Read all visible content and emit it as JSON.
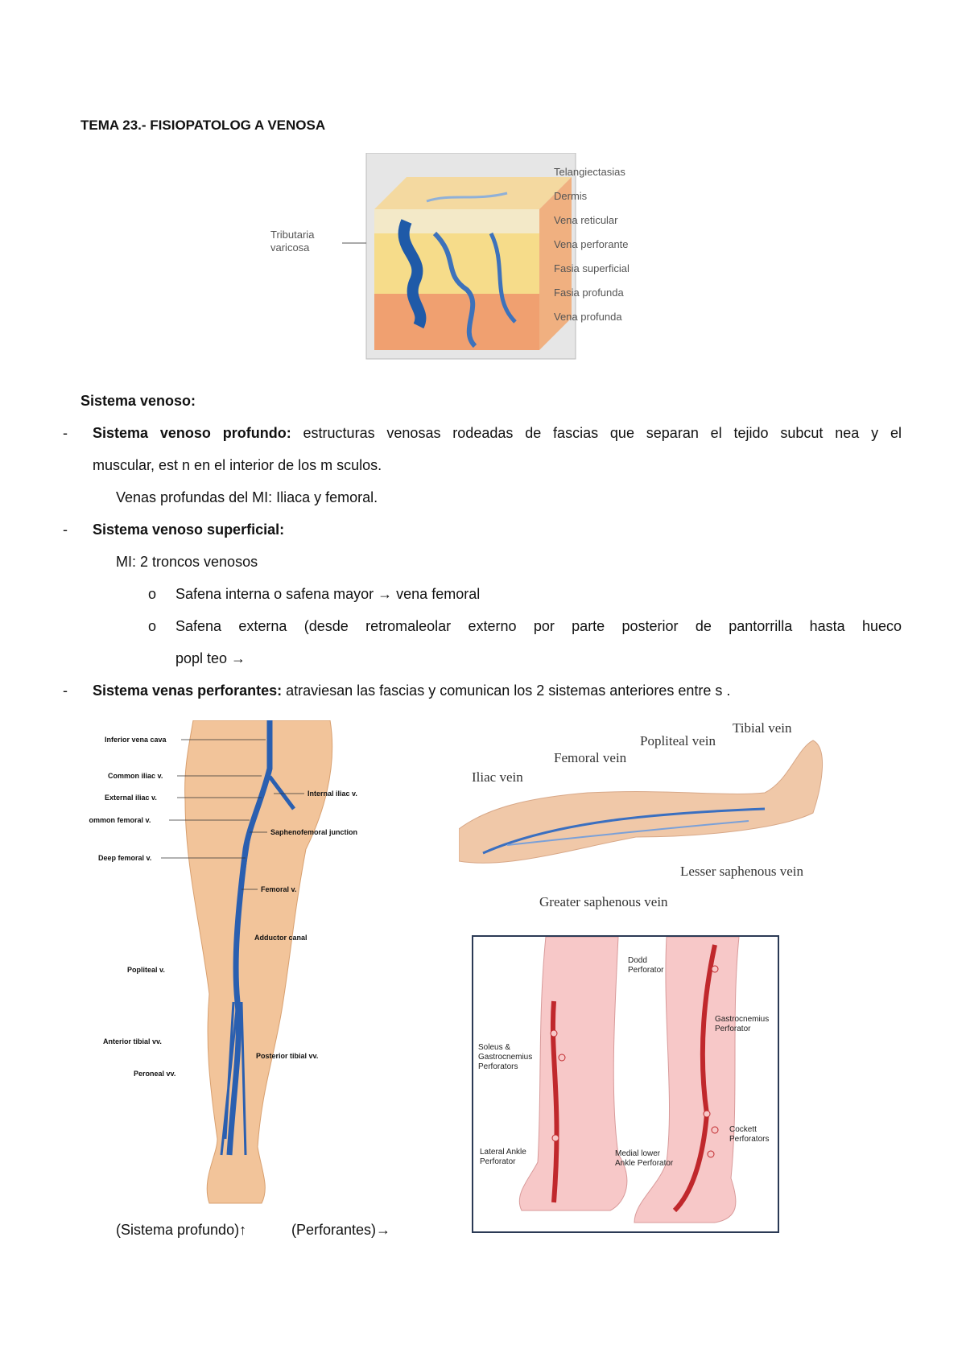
{
  "title": "TEMA 23.- FISIOPATOLOG A VENOSA",
  "figure1": {
    "left_label_line1": "Tributaria",
    "left_label_line2": "varicosa",
    "labels": [
      "Telangiectasias",
      "Dermis",
      "Vena reticular",
      "Vena perforante",
      "Fasia superficial",
      "Fasia profunda",
      "Vena profunda"
    ]
  },
  "section_heading": "Sistema venoso:",
  "items": {
    "deep": {
      "bold": "Sistema venoso profundo:",
      "text1": " estructuras venosas rodeadas de fascias que separan el tejido subcut  nea y el",
      "text2": "muscular, est  n en el interior de los m  sculos.",
      "sub": "Venas profundas del MI: Iliaca y femoral."
    },
    "superficial": {
      "bold": "Sistema venoso superficial:",
      "sub": "MI: 2 troncos venosos",
      "bullet1": "Safena interna o safena mayor → vena femoral",
      "bullet2_line1": "Safena externa (desde retromaleolar externo por parte posterior de pantorrilla hasta hueco",
      "bullet2_line2": "popl teo →"
    },
    "perforantes": {
      "bold": "Sistema venas perforantes:",
      "text": " atraviesan las fascias y comunican los 2 sistemas anteriores entre s ."
    }
  },
  "bullet_marker": "o",
  "dash": "-",
  "figure2": {
    "labels": [
      "Inferior vena cava",
      "Common iliac v.",
      "External iliac v.",
      "Internal iliac v.",
      "Common femoral v.",
      "Saphenofemoral junction",
      "Deep femoral v.",
      "Femoral v.",
      "Adductor canal",
      "Popliteal v.",
      "Anterior tibial vv.",
      "Posterior tibial vv.",
      "Peroneal vv."
    ]
  },
  "figure3": {
    "labels": [
      "Tibial vein",
      "Popliteal vein",
      "Femoral vein",
      "Iliac vein",
      "Lesser saphenous vein",
      "Greater saphenous vein"
    ]
  },
  "figure4": {
    "labels": {
      "dodd1": "Dodd",
      "dodd2": "Perforator",
      "gastro1": "Gastrocnemius",
      "gastro2": "Perforator",
      "soleus1": "Soleus &",
      "soleus2": "Gastrocnemius",
      "soleus3": "Perforators",
      "cockett1": "Cockett",
      "cockett2": "Perforators",
      "lateral1": "Lateral Ankle",
      "lateral2": "Perforator",
      "medial1": "Medial lower",
      "medial2": "Ankle Perforator"
    }
  },
  "caption": {
    "deep": "(Sistema profundo)↑",
    "perf": "(Perforantes)→"
  },
  "colors": {
    "vein_blue": "#2a5fb0",
    "perforator_red": "#c0282c",
    "skin": "#f2c49a"
  }
}
